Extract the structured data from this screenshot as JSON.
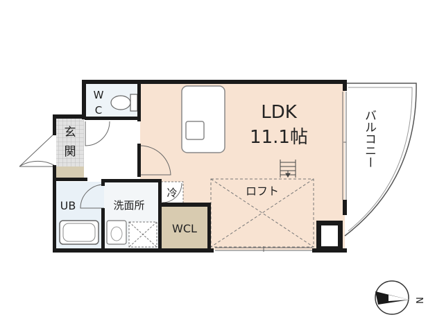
{
  "rooms": {
    "ldk_name": "LDK",
    "ldk_size": "11.1帖",
    "wc": {
      "line1": "W",
      "line2": "C"
    },
    "entrance": {
      "line1": "玄",
      "line2": "関"
    },
    "bath": "UB",
    "washroom": "洗面所",
    "fridge": "冷",
    "closet": "WCL",
    "loft": "ロフト",
    "balcony": "バルコニー"
  },
  "compass": {
    "north_label": "N"
  },
  "colors": {
    "ldk_floor": "#f8e3d2",
    "closet_floor": "#d8cbb0",
    "entrance_tile": "#d9d9d9",
    "wet_floor": "#e9f1f7",
    "wall": "#1a1a1a"
  }
}
